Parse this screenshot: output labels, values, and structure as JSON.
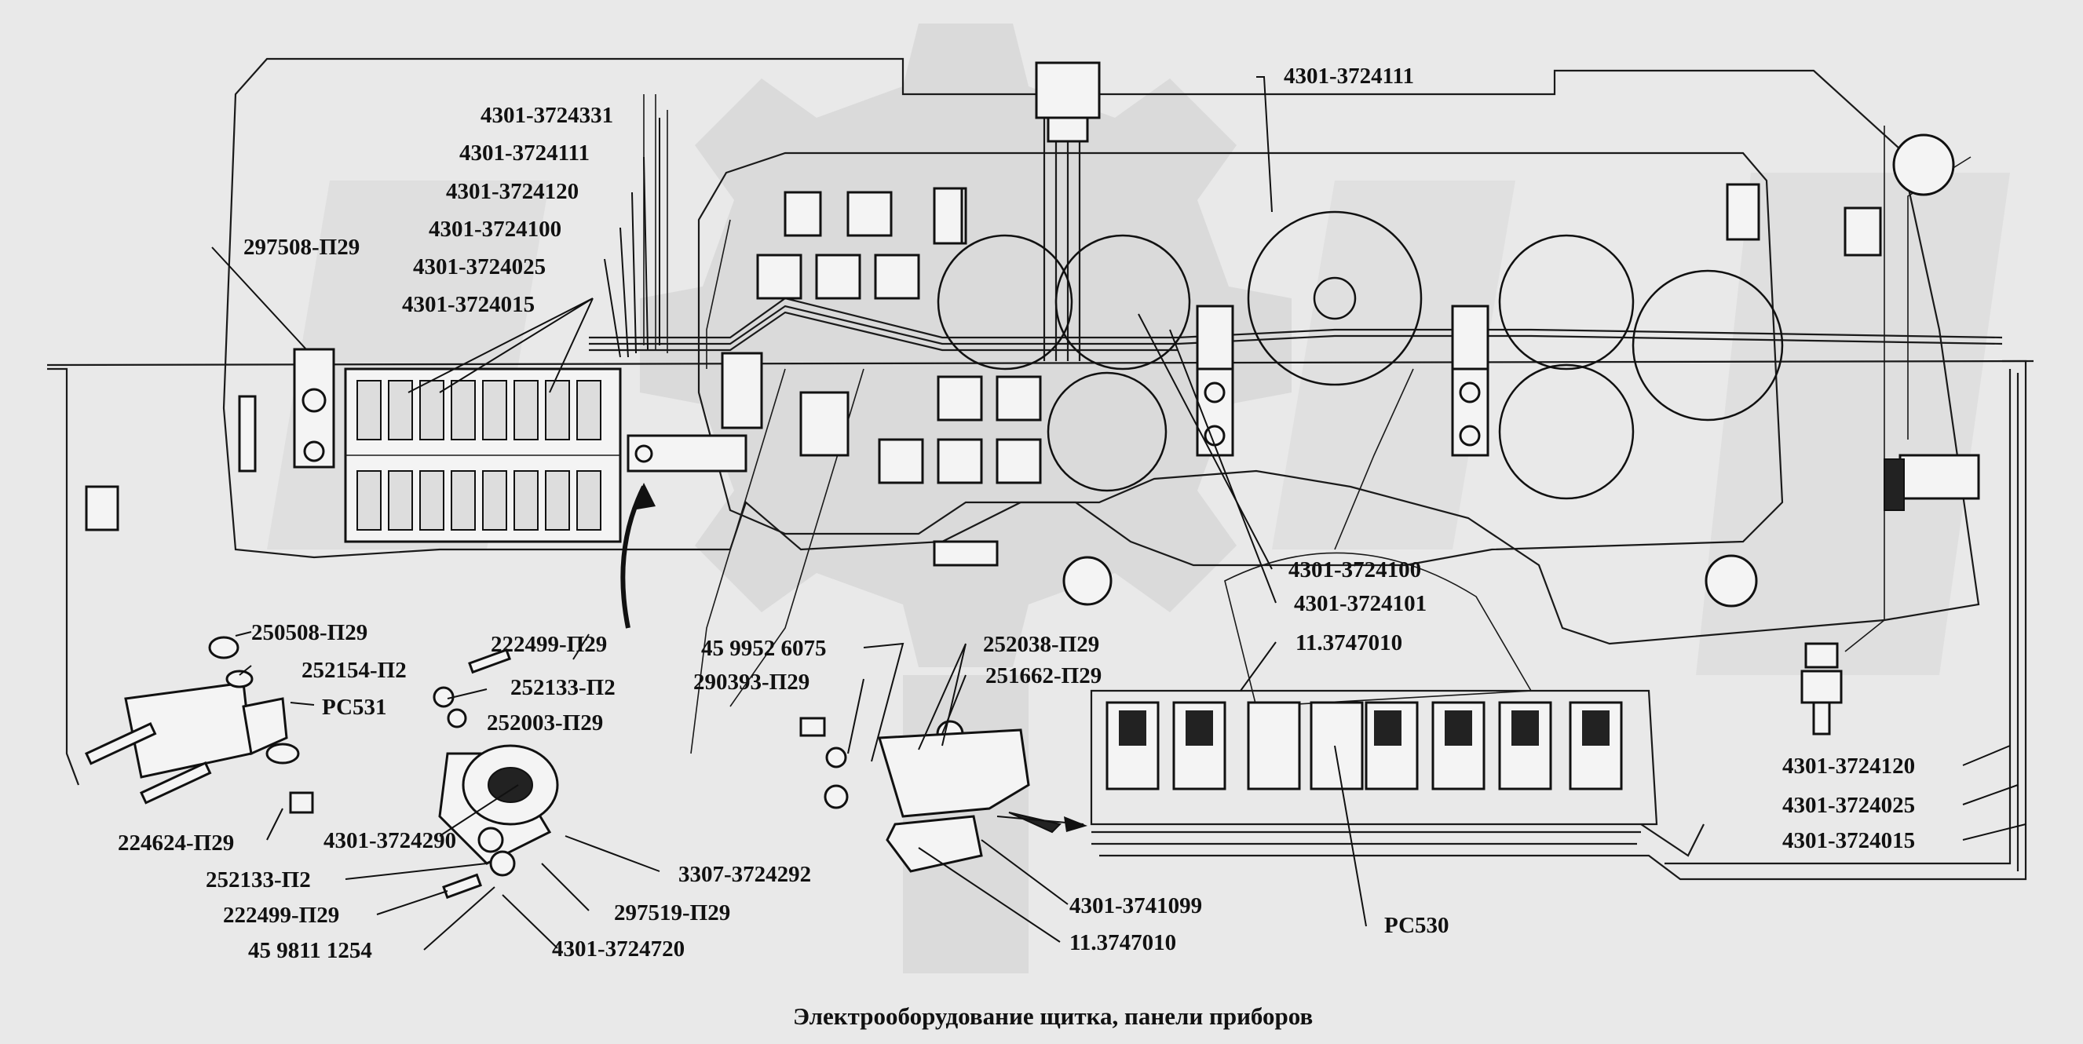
{
  "caption": "Электрооборудование щитка, панели приборов",
  "labels": [
    {
      "id": "l01",
      "text": "4301-3724111"
    },
    {
      "id": "l02",
      "text": "4301-3724331"
    },
    {
      "id": "l03",
      "text": "4301-3724111"
    },
    {
      "id": "l04",
      "text": "4301-3724120"
    },
    {
      "id": "l05",
      "text": "4301-3724100"
    },
    {
      "id": "l06",
      "text": "297508-П29"
    },
    {
      "id": "l07",
      "text": "4301-3724025"
    },
    {
      "id": "l08",
      "text": "4301-3724015"
    },
    {
      "id": "l09",
      "text": "4301-3724100"
    },
    {
      "id": "l10",
      "text": "4301-3724101"
    },
    {
      "id": "l11",
      "text": "11.3747010"
    },
    {
      "id": "l12",
      "text": "250508-П29"
    },
    {
      "id": "l13",
      "text": "222499-П29"
    },
    {
      "id": "l14",
      "text": "252154-П2"
    },
    {
      "id": "l15",
      "text": "252133-П2"
    },
    {
      "id": "l16",
      "text": "РС531"
    },
    {
      "id": "l17",
      "text": "252003-П29"
    },
    {
      "id": "l18",
      "text": "45 9952 6075"
    },
    {
      "id": "l19",
      "text": "290393-П29"
    },
    {
      "id": "l20",
      "text": "252038-П29"
    },
    {
      "id": "l21",
      "text": "251662-П29"
    },
    {
      "id": "l22",
      "text": "224624-П29"
    },
    {
      "id": "l23",
      "text": "4301-3724290"
    },
    {
      "id": "l24",
      "text": "252133-П2"
    },
    {
      "id": "l25",
      "text": "3307-3724292"
    },
    {
      "id": "l26",
      "text": "222499-П29"
    },
    {
      "id": "l27",
      "text": "297519-П29"
    },
    {
      "id": "l28",
      "text": "45 9811 1254"
    },
    {
      "id": "l29",
      "text": "4301-3724720"
    },
    {
      "id": "l30",
      "text": "4301-3741099"
    },
    {
      "id": "l31",
      "text": "11.3747010"
    },
    {
      "id": "l32",
      "text": "РС530"
    },
    {
      "id": "l33",
      "text": "4301-3724120"
    },
    {
      "id": "l34",
      "text": "4301-3724025"
    },
    {
      "id": "l35",
      "text": "4301-3724015"
    }
  ],
  "colors": {
    "background": "#e9e9e9",
    "ink": "#111111",
    "watermark": "#c9c9c9"
  }
}
